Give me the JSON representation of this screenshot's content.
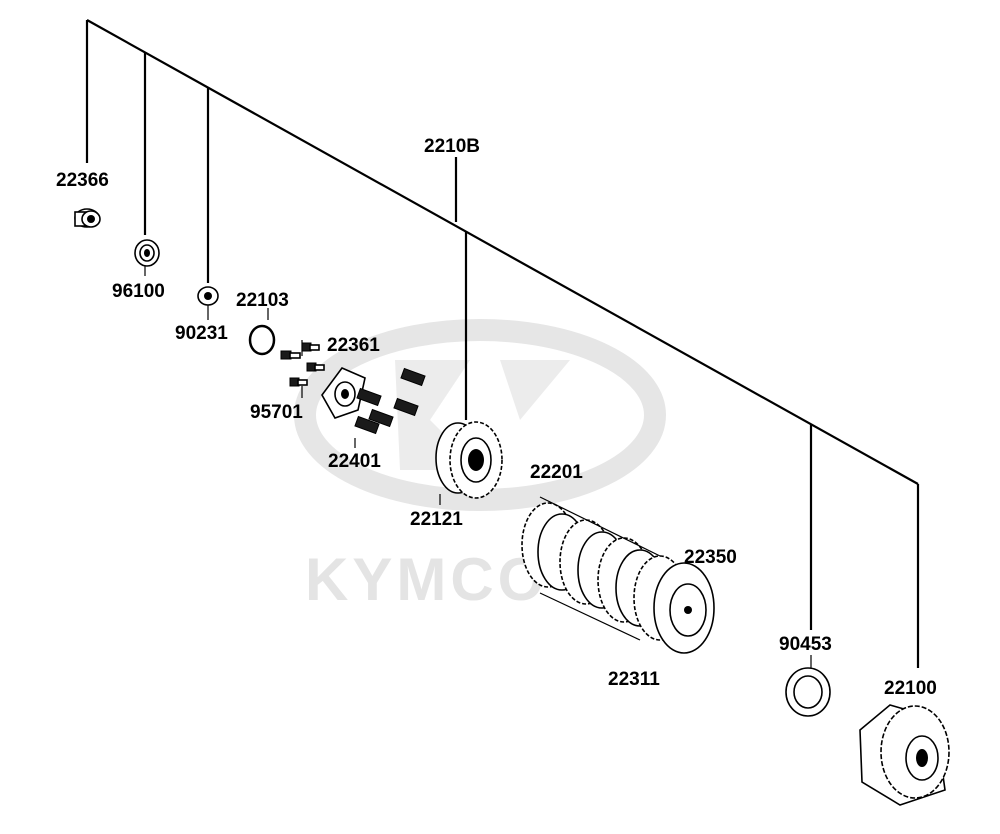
{
  "watermark": {
    "brand": "KYMCO",
    "color": "#e3e3e3"
  },
  "labels": {
    "p22366": "22366",
    "p96100": "96100",
    "p90231": "90231",
    "p22103": "22103",
    "p22361": "22361",
    "p95701": "95701",
    "p22401": "22401",
    "p2210B": "2210B",
    "p22121": "22121",
    "p22201": "22201",
    "p22350": "22350",
    "p22311": "22311",
    "p90453": "90453",
    "p22100": "22100"
  },
  "icons": {
    "bushing": "bushing-icon",
    "bearing": "bearing-icon",
    "nut": "lock-nut-icon",
    "oring": "o-ring-icon",
    "bolts": "bolt-icon",
    "lifter_plate": "lifter-plate-icon",
    "springs": "clutch-spring-icon",
    "inner_hub": "clutch-center-icon",
    "friction_plates": "friction-plate-icon",
    "steel_plates": "steel-plate-icon",
    "pressure_plate": "pressure-plate-icon",
    "washer": "thrust-washer-icon",
    "outer_housing": "clutch-housing-icon"
  }
}
